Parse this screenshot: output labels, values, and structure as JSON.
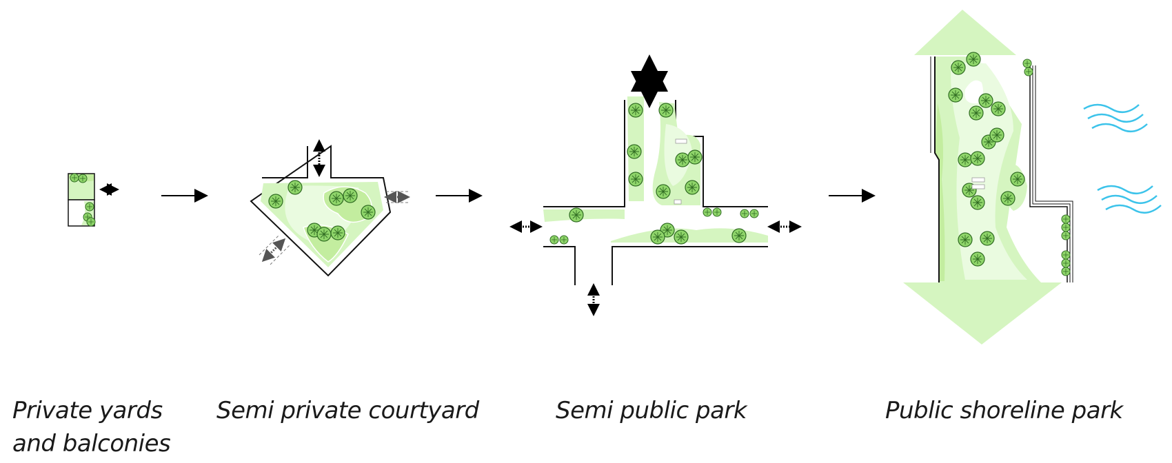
{
  "stages": [
    {
      "line1": "Private yards",
      "line2": "and balconies"
    },
    {
      "line1": "Semi private courtyard"
    },
    {
      "line1": "Semi public park"
    },
    {
      "line1": "Public shoreline park"
    }
  ],
  "colors": {
    "green_fill": "#d5f5c0",
    "green_light": "#eafbe0",
    "green_mid": "#c3ed9f",
    "tree": "#7fcf5a",
    "tree_dark": "#2f6b22",
    "wall": "#111111",
    "water": "#3cc3ea"
  }
}
